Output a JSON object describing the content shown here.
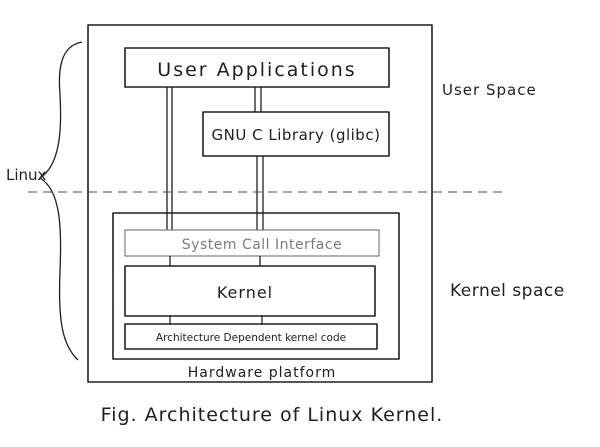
{
  "labels": {
    "user_applications": "User Applications",
    "glibc": "GNU C Library (glibc)",
    "system_call_interface": "System Call Interface",
    "kernel": "Kernel",
    "arch_dependent": "Architecture Dependent kernel code",
    "hardware_platform": "Hardware platform",
    "user_space": "User Space",
    "kernel_space": "Kernel space",
    "linux": "Linux",
    "caption": "Fig. Architecture of Linux Kernel."
  }
}
